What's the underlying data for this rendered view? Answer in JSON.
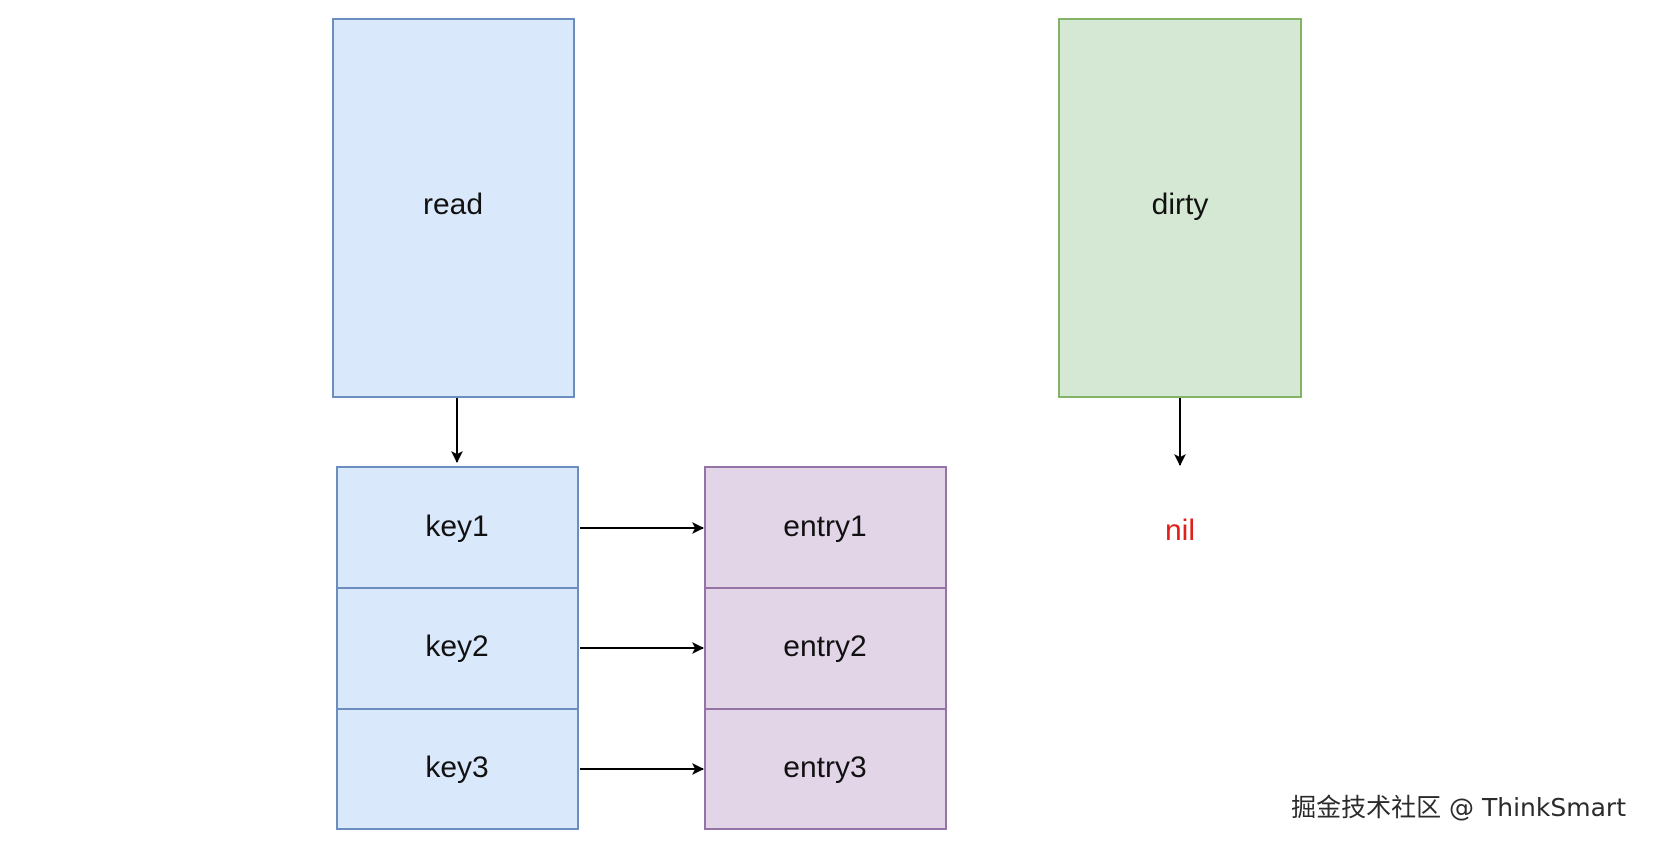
{
  "colors": {
    "blue_fill": "#dae8fc",
    "blue_stroke": "#6c8ebf",
    "green_fill": "#d5e8d4",
    "green_stroke": "#82b366",
    "purple_fill": "#e1d5e7",
    "purple_stroke": "#9673a6",
    "nil_text": "#e0201b",
    "arrow": "#000000"
  },
  "diagram": {
    "read": {
      "label": "read"
    },
    "dirty": {
      "label": "dirty"
    },
    "dirty_target": {
      "label": "nil"
    },
    "keys": [
      {
        "label": "key1"
      },
      {
        "label": "key2"
      },
      {
        "label": "key3"
      }
    ],
    "entries": [
      {
        "label": "entry1"
      },
      {
        "label": "entry2"
      },
      {
        "label": "entry3"
      }
    ]
  },
  "watermark": {
    "text": "掘金技术社区 @ ThinkSmart"
  }
}
